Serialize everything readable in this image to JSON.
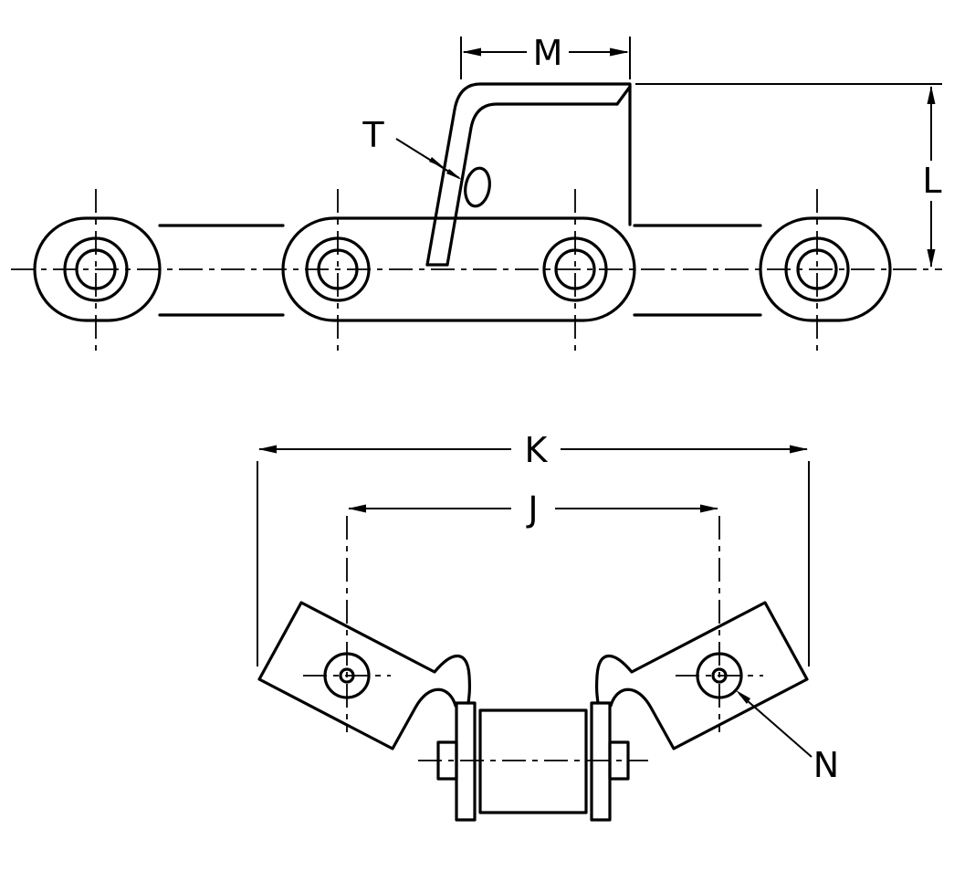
{
  "page": {
    "background": "#ffffff",
    "line_color": "#000000",
    "figure_kind": "engineering dimension drawing of roller chain with bent attachment plates, side view and end view"
  },
  "top_view": {
    "dimension_labels": {
      "m": "M",
      "t": "T",
      "l": "L"
    }
  },
  "bottom_view": {
    "dimension_labels": {
      "k": "K",
      "j": "J",
      "n": "N"
    }
  }
}
